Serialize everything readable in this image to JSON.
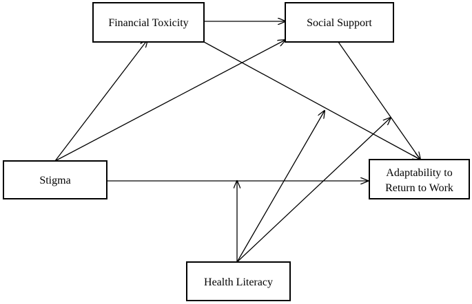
{
  "nodes": {
    "financial_toxicity": "Financial Toxicity",
    "social_support": "Social Support",
    "stigma": "Stigma",
    "adaptability": [
      "Adaptability to",
      "Return to Work"
    ],
    "health_literacy": "Health Literacy"
  },
  "colors": {
    "line": "#000000",
    "box_fill": "#ffffff"
  },
  "edges": [
    {
      "from": "financial_toxicity",
      "to": "social_support"
    },
    {
      "from": "stigma",
      "to": "financial_toxicity"
    },
    {
      "from": "stigma",
      "to": "social_support"
    },
    {
      "from": "stigma",
      "to": "adaptability"
    },
    {
      "from": "financial_toxicity",
      "to": "adaptability"
    },
    {
      "from": "social_support",
      "to": "adaptability"
    },
    {
      "from": "health_literacy",
      "to": "path:stigma-adaptability"
    },
    {
      "from": "health_literacy",
      "to": "path:financial_toxicity-adaptability"
    },
    {
      "from": "health_literacy",
      "to": "path:social_support-adaptability"
    }
  ]
}
